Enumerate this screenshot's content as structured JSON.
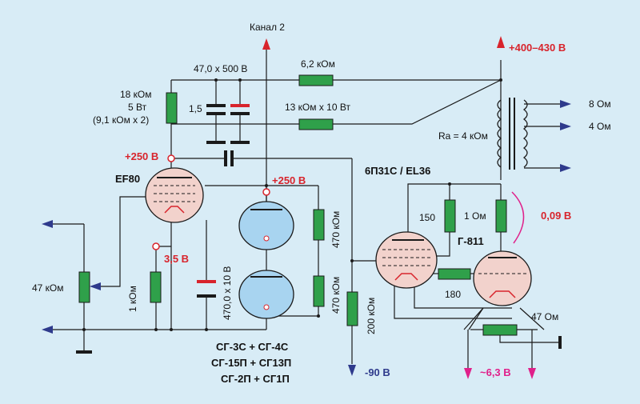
{
  "labels": {
    "channel2": "Канал 2",
    "supply": "+400–430 В",
    "c_main": "47,0 х 500 В",
    "r_62k": "6,2 кОм",
    "r_18k_1": "18 кОм",
    "r_18k_2": "5 Вт",
    "r_18k_3": "(9,1 кОм х 2)",
    "c_15": "1,5",
    "r_13k": "13 кОм х 10 Вт",
    "v_250_a": "+250 В",
    "tube_ef80": "EF80",
    "v_250_b": "+250 В",
    "tube_out": "6П31С / EL36",
    "ra": "Ra = 4 кОм",
    "out_8": "8 Ом",
    "out_4": "4 Ом",
    "r_150": "150",
    "r_1ohm": "1 Ом",
    "v_009": "0,09 В",
    "tube_g811": "Г-811",
    "pot_47k": "47 кОм",
    "v_35": "3,5 В",
    "r_1k": "1 кОм",
    "c_470": "470,0 х 10 В",
    "r_470k_a": "470 кОм",
    "r_470k_b": "470 кОм",
    "r_200k": "200 кОм",
    "r_180": "180",
    "r_47ohm": "47 Ом",
    "neg_90": "-90 В",
    "heater": "~6,3 В",
    "sg_line1": "СГ-3С + СГ-4С",
    "sg_line2": "СГ-15П + СГ13П",
    "sg_line3": "СГ-2П + СГ1П"
  },
  "colors": {
    "background": "#d8ecf6",
    "wire": "#1a1a1a",
    "resistor": "#2fa04a",
    "voltage_red": "#d8242c",
    "voltage_blue": "#2e3a8c",
    "heater_magenta": "#e0208a",
    "tube_pink": "#f2d2cc",
    "tube_blue": "#a8d4f0"
  }
}
